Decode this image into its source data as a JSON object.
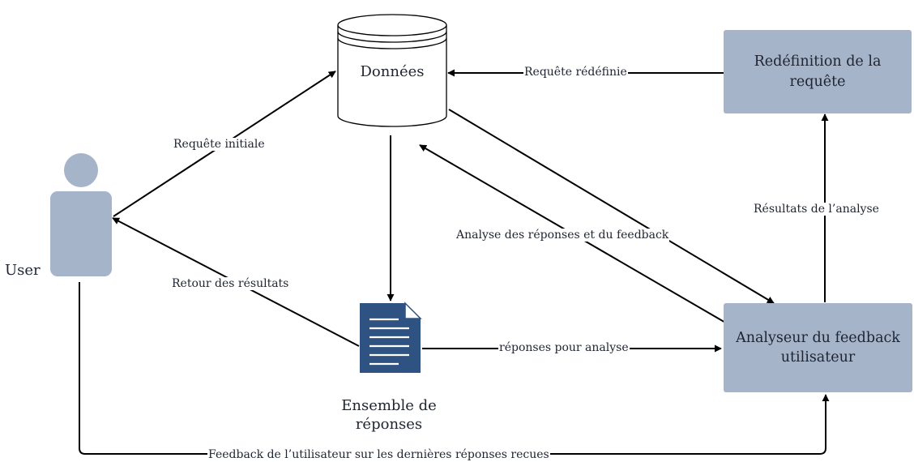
{
  "nodes": {
    "user": {
      "label": "User"
    },
    "donnees": {
      "label": "Données"
    },
    "ensemble": {
      "label_line1": "Ensemble de",
      "label_line2": "réponses"
    },
    "redefinition": {
      "label_line1": "Redéfinition de la",
      "label_line2": "requête"
    },
    "analyseur": {
      "label_line1": "Analyseur du feedback",
      "label_line2": "utilisateur"
    }
  },
  "edges": {
    "requete_initiale": "Requête initiale",
    "retour_resultats": "Retour des résultats",
    "requete_redefinie": "Requête rédéfinie",
    "analyse_reponses": "Analyse des réponses et du feedback",
    "reponses_analyse": "réponses pour analyse",
    "resultats_analyse": "Résultats de l’analyse",
    "feedback_utilisateur": "Feedback de l’utilisateur sur les dernières réponses recues"
  },
  "colors": {
    "box_fill": "#a6b4ca",
    "user_fill": "#a6b4ca",
    "document_fill": "#2e5382",
    "line": "#000000"
  }
}
